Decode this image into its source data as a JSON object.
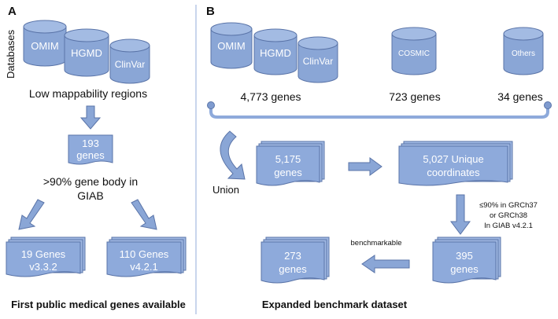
{
  "panel_a": {
    "letter": "A",
    "side_label": "Databases",
    "databases": [
      "OMIM",
      "HGMD",
      "ClinVar"
    ],
    "filter_text": "Low mappability regions",
    "count_box": {
      "line1": "193",
      "line2": "genes"
    },
    "criterion": {
      "line1": ">90% gene body in",
      "line2": "GIAB"
    },
    "result_left": {
      "line1": "19 Genes",
      "line2": "v3.3.2"
    },
    "result_right": {
      "line1": "110 Genes",
      "line2": "v4.2.1"
    },
    "footer": "First public medical genes available"
  },
  "panel_b": {
    "letter": "B",
    "databases": [
      "OMIM",
      "HGMD",
      "ClinVar",
      "COSMIC",
      "Others"
    ],
    "counts": [
      "4,773 genes",
      "723 genes",
      "34 genes"
    ],
    "union_label": "Union",
    "union_box": {
      "line1": "5,175",
      "line2": "genes"
    },
    "unique_box": {
      "line1": "5,027 Unique",
      "line2": "coordinates"
    },
    "threshold": {
      "line1": "≤90% in GRCh37",
      "line2": "or GRCh38",
      "line3": "In GIAB v4.2.1"
    },
    "box_395": {
      "line1": "395",
      "line2": "genes"
    },
    "benchmarkable_label": "benchmarkable",
    "box_273": {
      "line1": "273",
      "line2": "genes"
    },
    "footer": "Expanded benchmark dataset"
  },
  "colors": {
    "shape_fill": "#8eaadb",
    "shape_stroke": "#5a74a8",
    "divider": "#b7c7e6"
  }
}
